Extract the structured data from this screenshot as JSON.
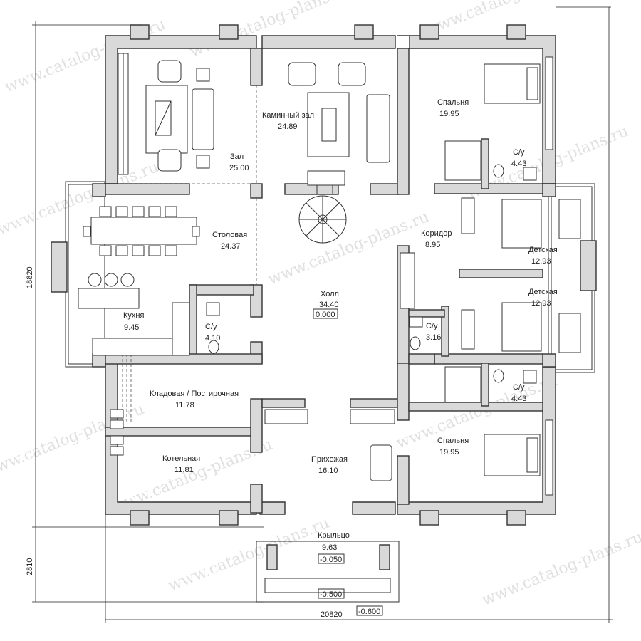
{
  "watermark": "www.catalog-plans.ru",
  "dimensions": {
    "width": "20820",
    "height_main": "18820",
    "height_porch": "2810"
  },
  "levels": {
    "hall": "0.000",
    "porch_top": "-0.050",
    "porch_bottom": "-0.500",
    "ground": "-0.600"
  },
  "rooms": {
    "zal": {
      "name": "Зал",
      "area": "25.00"
    },
    "kaminny": {
      "name": "Каминный зал",
      "area": "24.89"
    },
    "spalnya_top": {
      "name": "Спальня",
      "area": "19.95"
    },
    "su_top": {
      "name": "С/у",
      "area": "4.43"
    },
    "stolovaya": {
      "name": "Столовая",
      "area": "24.37"
    },
    "koridor": {
      "name": "Коридор",
      "area": "8.95"
    },
    "detskaya_1": {
      "name": "Детская",
      "area": "12.93"
    },
    "detskaya_2": {
      "name": "Детская",
      "area": "12.93"
    },
    "kuhnya": {
      "name": "Кухня",
      "area": "9.45"
    },
    "su_small": {
      "name": "С/у",
      "area": "4.10"
    },
    "holl": {
      "name": "Холл",
      "area": "34.40"
    },
    "su_mid": {
      "name": "С/у",
      "area": "3.16"
    },
    "su_bottom": {
      "name": "С/у",
      "area": "4.43"
    },
    "kladovaya": {
      "name": "Кладовая / Постирочная",
      "area": "11.78"
    },
    "kotelnaya": {
      "name": "Котельная",
      "area": "11.81"
    },
    "prihozhaya": {
      "name": "Прихожая",
      "area": "16.10"
    },
    "spalnya_bottom": {
      "name": "Спальня",
      "area": "19.95"
    },
    "krylco": {
      "name": "Крыльцо",
      "area": "9.63"
    }
  }
}
